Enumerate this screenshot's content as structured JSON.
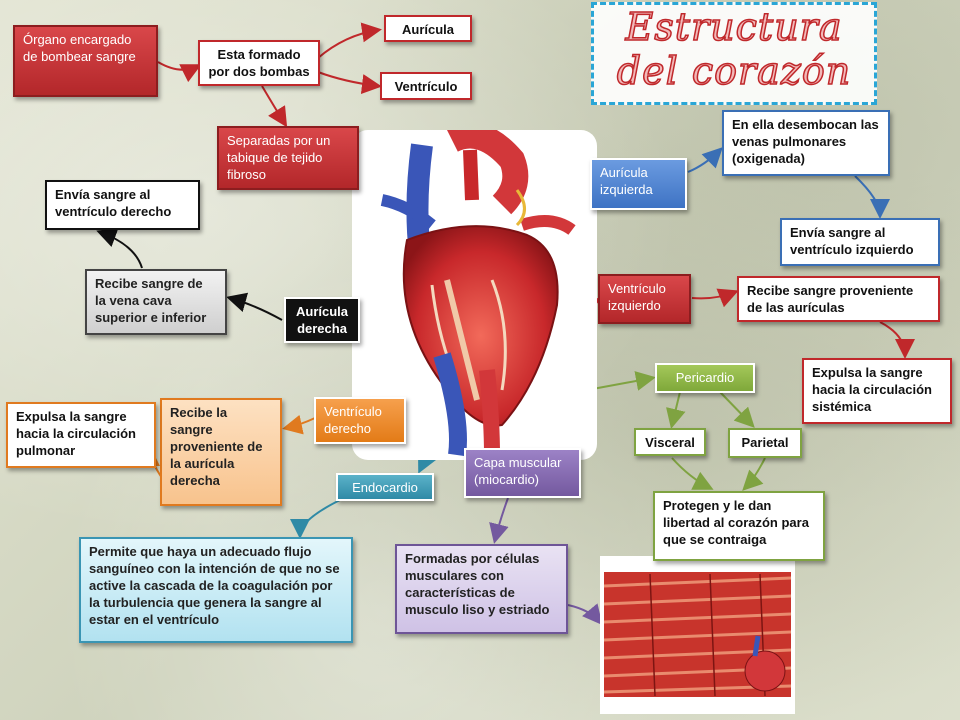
{
  "title": {
    "line1": "Estructura",
    "line2": "del corazón"
  },
  "nodes": {
    "organo": "Órgano encargado de bombear sangre",
    "dos_bombas": "Esta formado por dos bombas",
    "auricula": "Aurícula",
    "ventriculo": "Ventrículo",
    "tabique": "Separadas por un tabique de tejido fibroso",
    "envia_derecho": "Envía sangre al ventrículo derecho",
    "recibe_cava": "Recibe sangre de la vena cava superior e inferior",
    "auricula_derecha": "Aurícula derecha",
    "auricula_izquierda": "Aurícula izquierda",
    "desembocan": "En ella desembocan las venas pulmonares (oxigenada)",
    "envia_izquierdo": "Envía sangre al ventrículo izquierdo",
    "ventriculo_izquierdo": "Ventrículo izquierdo",
    "recibe_auriculas": "Recibe sangre proveniente de las aurículas",
    "expulsa_sistemica": "Expulsa la sangre hacia la circulación sistémica",
    "pericardio": "Pericardio",
    "visceral": "Visceral",
    "parietal": "Parietal",
    "protegen": "Protegen y le dan libertad al corazón para que se contraiga",
    "ventriculo_derecho": "Ventrículo derecho",
    "recibe_auricula_derecha": "Recibe la sangre proveniente de la aurícula derecha",
    "expulsa_pulmonar": "Expulsa la sangre hacia la circulación pulmonar",
    "endocardio": "Endocardio",
    "permite": "Permite que haya un adecuado flujo sanguíneo con la intención de que no se active la cascada de la coagulación por la turbulencia que genera la sangre al estar en el ventrículo",
    "capa_muscular": "Capa muscular (miocardio)",
    "formadas": "Formadas por células musculares con características de musculo liso y estriado"
  },
  "colors": {
    "red": "#c0282b",
    "blue": "#3a6fb5",
    "orange": "#e07a1f",
    "green": "#7fa341",
    "teal": "#2f8aa6",
    "purple": "#74599f",
    "black": "#111111"
  },
  "icons": [
    "heart-illustration",
    "cardiac-muscle-illustration"
  ]
}
